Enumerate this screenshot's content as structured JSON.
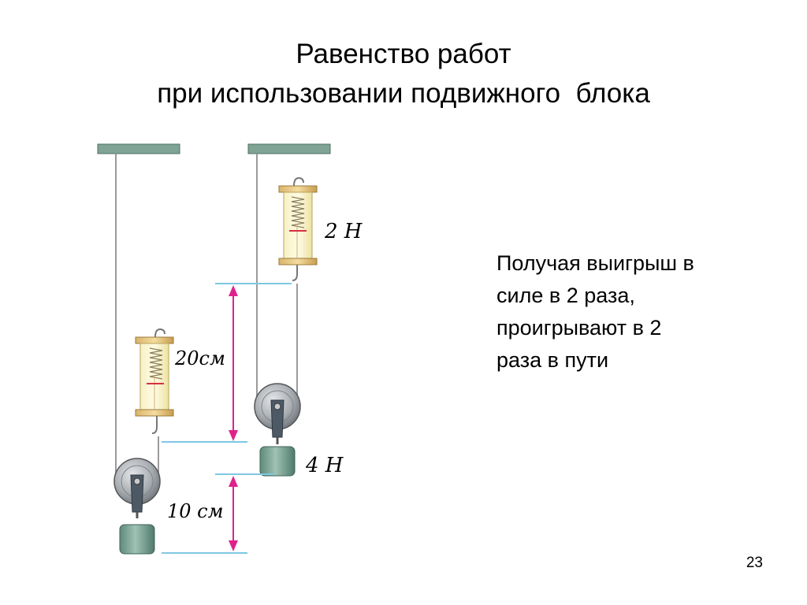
{
  "title": {
    "line1": "Равенство работ",
    "line2": "при использовании подвижного  блока"
  },
  "explanation": {
    "line1": "Получая выигрыш в",
    "line2": "силе в 2 раза,",
    "line3": "проигрывают в 2",
    "line4": "раза в пути"
  },
  "diagram": {
    "force_reading": "2 Н",
    "load_weight": "4 Н",
    "rope_distance": "20см",
    "load_distance": "10 см"
  },
  "colors": {
    "ceiling": "#7fa496",
    "dimension_arrow": "#e0218a",
    "guide_line": "#7ec8e3",
    "load": "#7fa496"
  },
  "slide_number": "23"
}
